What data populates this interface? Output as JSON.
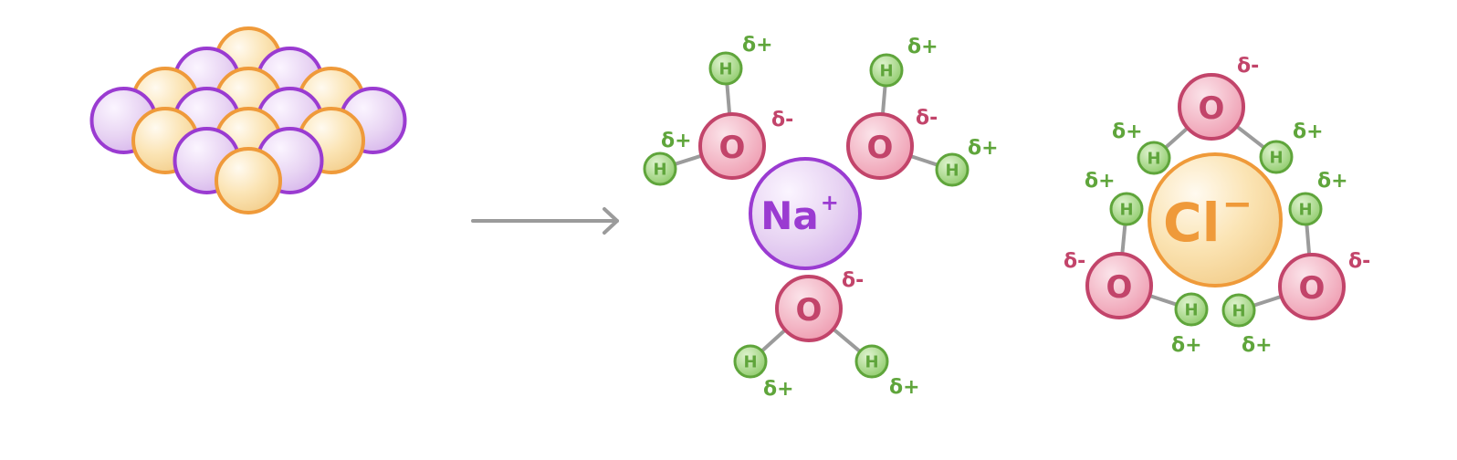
{
  "colors": {
    "na_fill": "#e7cdf3",
    "na_stroke": "#9a3bd1",
    "cl_fill": "#fbe0a6",
    "cl_stroke": "#ef9a3a",
    "o_fill": "#f2b6c3",
    "o_stroke": "#c2446a",
    "h_fill": "#a9d98a",
    "h_stroke": "#5fa53b",
    "delta_minus": "#c2446a",
    "delta_plus": "#5fa53b",
    "bond": "#9b9b9b",
    "arrow": "#9b9b9b"
  },
  "labels": {
    "sodium": "Na",
    "sodium_charge": "+",
    "chloride": "Cl",
    "chloride_charge": "−",
    "oxygen": "O",
    "hydrogen": "H",
    "delta_minus": "δ-",
    "delta_plus": "δ+"
  },
  "icons": {
    "lattice": "ionic-lattice-icon",
    "arrow": "arrow-right-icon"
  }
}
